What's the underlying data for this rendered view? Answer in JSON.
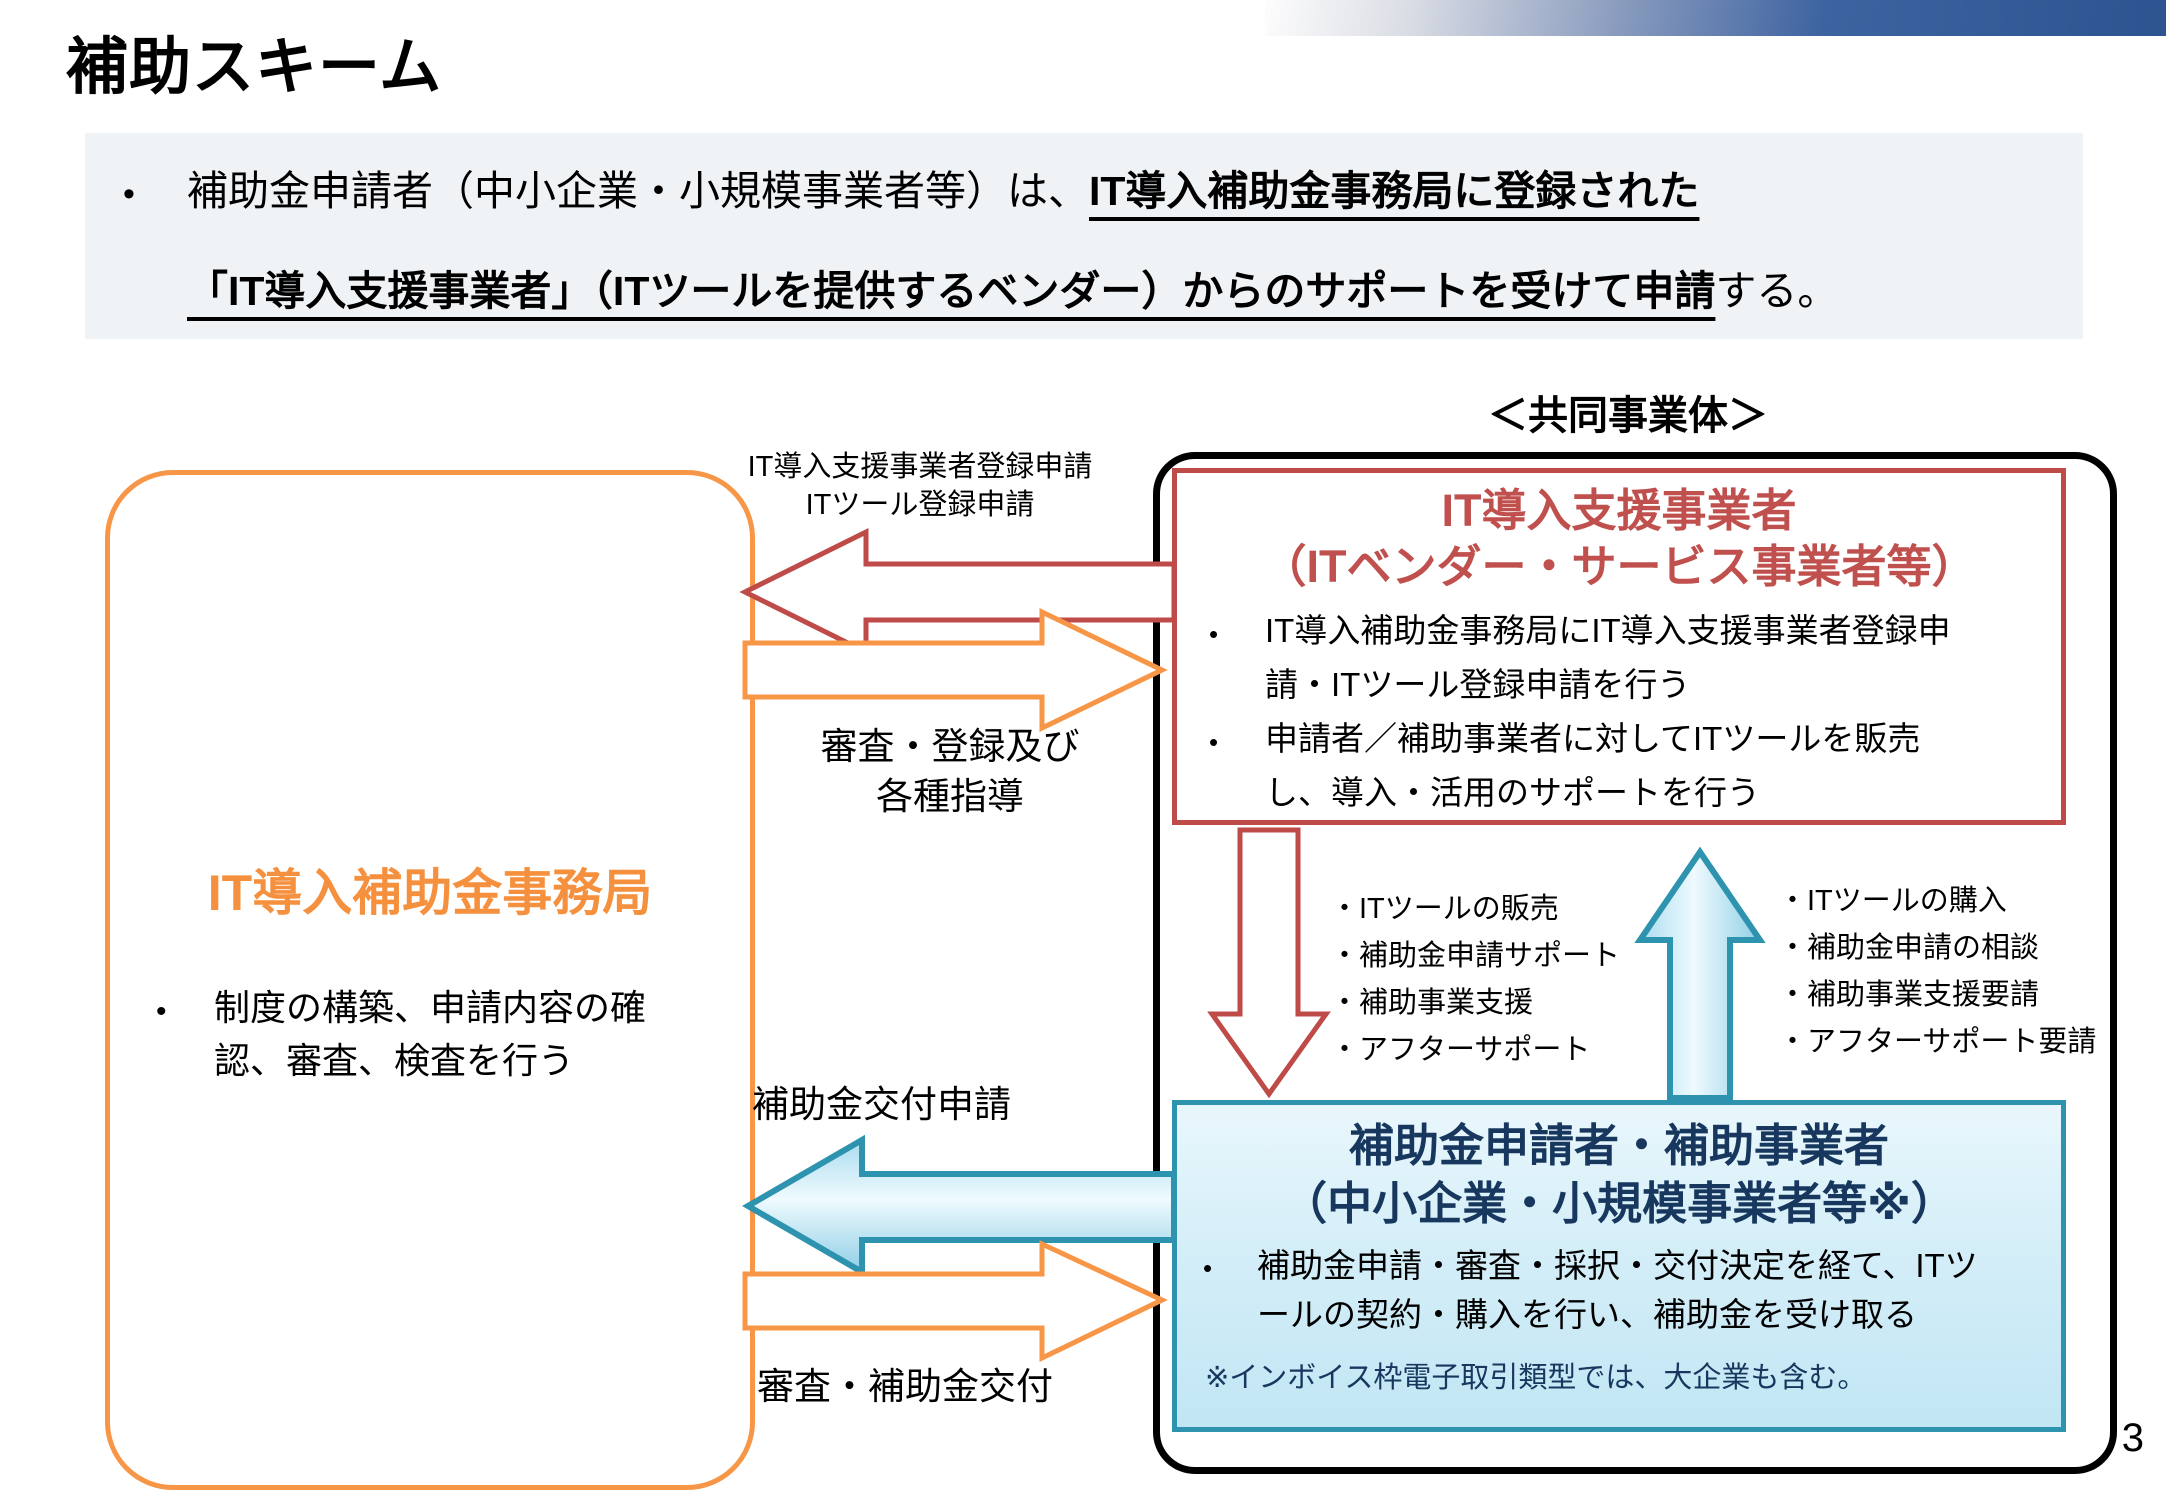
{
  "slide": {
    "title": "補助スキーム",
    "page_number": "3"
  },
  "intro": {
    "bullet": "•",
    "line1_normal": "補助金申請者（中小企業・小規模事業者等）は、",
    "line1_emphasis": "IT導入補助金事務局に登録された",
    "line2_emphasis": "「IT導入支援事業者」（ITツールを提供するベンダー）からのサポートを受けて申請",
    "line2_normal": "する。"
  },
  "diagram": {
    "consortium_label": "＜共同事業体＞",
    "office_box": {
      "title": "IT導入補助金事務局",
      "bullet": "•",
      "text": "制度の構築、申請内容の確認、審査、検査を行う"
    },
    "vendor_box": {
      "title_line1": "IT導入支援事業者",
      "title_line2": "（ITベンダー・サービス事業者等）",
      "bullet": "•",
      "items": [
        "IT導入補助金事務局にIT導入支援事業者登録申請・ITツール登録申請を行う",
        "申請者／補助事業者に対してITツールを販売し、導入・活用のサポートを行う"
      ]
    },
    "applicant_box": {
      "title_line1": "補助金申請者・補助事業者",
      "title_line2": "（中小企業・小規模事業者等※）",
      "bullet": "•",
      "items": [
        "補助金申請・審査・採択・交付決定を経て、ITツールの契約・購入を行い、補助金を受け取る"
      ],
      "note": "※インボイス枠電子取引類型では、大企業も含む。"
    },
    "arrow_labels": {
      "register_line1": "IT導入支援事業者登録申請",
      "register_line2": "ITツール登録申請",
      "review_line1": "審査・登録及び",
      "review_line2": "各種指導",
      "grant_application": "補助金交付申請",
      "grant_review": "審査・補助金交付"
    },
    "vendor_to_applicant": [
      "・ITツールの販売",
      "・補助金申請サポート",
      "・補助事業支援",
      "・アフターサポート"
    ],
    "applicant_to_vendor": [
      "・ITツールの購入",
      "・補助金申請の相談",
      "・補助事業支援要請",
      "・アフターサポート要請"
    ]
  },
  "colors": {
    "orange": "#F79646",
    "red": "#BE4B48",
    "red_text": "#C0504D",
    "teal": "#2E93AE",
    "navy": "#17375E",
    "intro_bg": "#EFF3F6",
    "bar_blue": "#2D5390"
  }
}
